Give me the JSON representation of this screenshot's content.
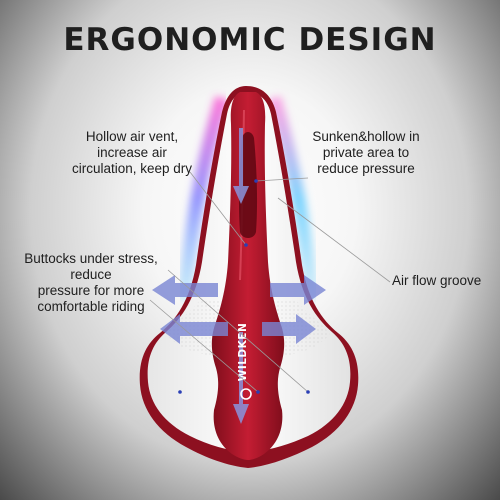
{
  "title": "ERGONOMIC DESIGN",
  "brand": "WILDKEN",
  "labels": {
    "vent": [
      "Hollow air vent,",
      "increase air",
      "circulation, keep dry"
    ],
    "sunken": [
      "Sunken&hollow in",
      "private area to",
      "reduce pressure"
    ],
    "buttocks": [
      "Buttocks under stress,",
      "reduce",
      "pressure for more",
      "comfortable riding"
    ],
    "groove": [
      "Air flow groove"
    ]
  },
  "colors": {
    "saddle_red": "#b3152a",
    "saddle_white": "#f4f4f4",
    "flow_arrow": "#7a86d4",
    "callout_dot": "#2a3fb5"
  }
}
